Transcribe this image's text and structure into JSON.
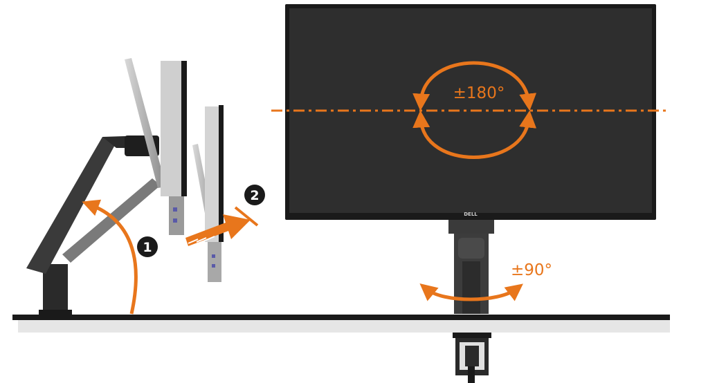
{
  "labels": {
    "rotation": "±180°",
    "swivel": "±90°",
    "step_one": "1",
    "step_two": "2",
    "brand": "DELL"
  },
  "colors": {
    "accent": "#e8761c",
    "screen": "#2e2e2e",
    "bezel": "#1a1a1a",
    "arm": "#3a3a3a",
    "desk": "#e6e6e6"
  },
  "icons": {
    "rotation": "rotate-arrows-icon",
    "swivel": "swivel-arrows-icon",
    "tilt": "tilt-arrow-icon",
    "lift": "lift-arc-icon"
  }
}
